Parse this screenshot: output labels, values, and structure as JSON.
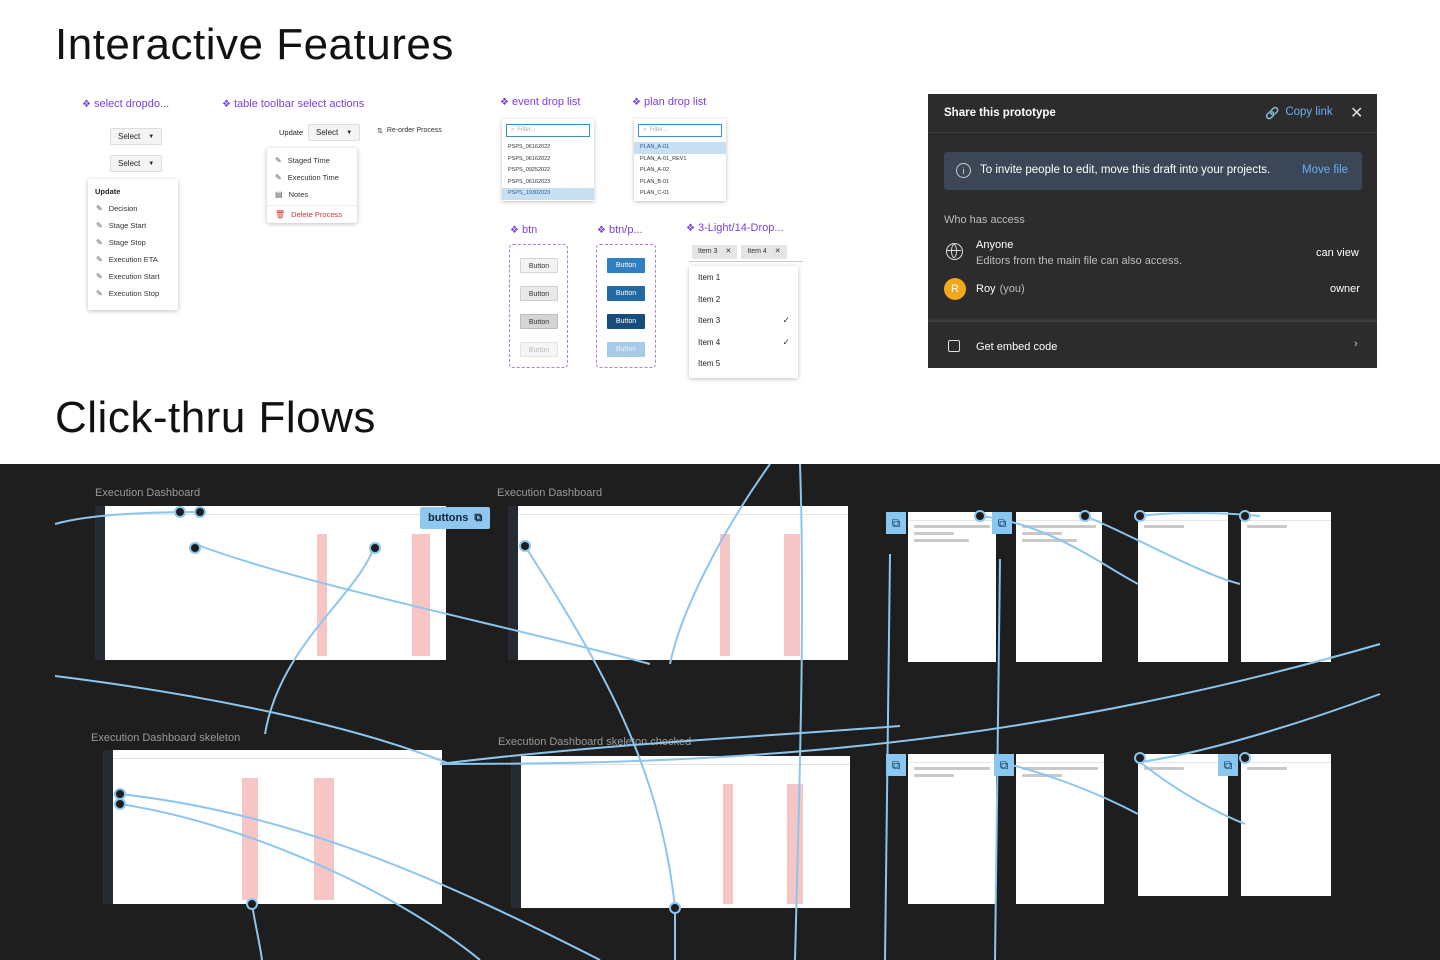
{
  "sections": {
    "interactive_title": "Interactive Features",
    "flows_title": "Click-thru Flows"
  },
  "components": {
    "select_dropdown": {
      "label": "select dropdo...",
      "button_label": "Select",
      "menu_header": "Update",
      "menu_items": [
        "Decision",
        "Stage Start",
        "Stage Stop",
        "Execution ETA",
        "Execution Start",
        "Execution Stop"
      ]
    },
    "table_toolbar": {
      "label": "table toolbar select actions",
      "update_label": "Update",
      "select_label": "Select",
      "reorder_label": "Re-order Process",
      "menu_items": [
        "Staged Time",
        "Execution Time",
        "Notes"
      ],
      "danger_item": "Delete Process"
    },
    "event_drop_list": {
      "label": "event drop list",
      "filter_placeholder": "Filter...",
      "options": [
        "PSPS_06162022",
        "PSPS_06162022",
        "PSPS_09252022",
        "PSPS_06162023",
        "PSPS_10302023"
      ]
    },
    "plan_drop_list": {
      "label": "plan drop list",
      "filter_placeholder": "Filter...",
      "options": [
        "PLAN_A-01",
        "PLAN_A-01_REV1",
        "PLAN_A-02",
        "PLAN_B-01",
        "PLAN_C-01"
      ]
    },
    "btn": {
      "label": "btn",
      "buttons": [
        "Button",
        "Button",
        "Button",
        "Button"
      ]
    },
    "btn_primary": {
      "label": "btn/p...",
      "buttons": [
        "Button",
        "Button",
        "Button",
        "Button"
      ]
    },
    "multiselect": {
      "label": "3-Light/14-Drop...",
      "chips": [
        "Item 3",
        "Item 4"
      ],
      "items": [
        {
          "label": "Item 1",
          "checked": ""
        },
        {
          "label": "Item 2",
          "checked": ""
        },
        {
          "label": "Item 3",
          "checked": "✓"
        },
        {
          "label": "Item 4",
          "checked": "✓"
        },
        {
          "label": "Item 5",
          "checked": ""
        }
      ]
    }
  },
  "share_dialog": {
    "title": "Share this prototype",
    "copy_link": "Copy link",
    "banner_text": "To invite people to edit, move this draft into your projects.",
    "banner_action": "Move file",
    "access_heading": "Who has access",
    "anyone_title": "Anyone",
    "anyone_sub": "Editors from the main file can also access.",
    "anyone_role": "can view",
    "user_initial": "R",
    "user_name": "Roy",
    "user_suffix": "(you)",
    "user_role": "owner",
    "embed_label": "Get embed code"
  },
  "canvas": {
    "frame_labels": {
      "f1": "Execution Dashboard",
      "f2": "Execution Dashboard",
      "f3": "Execution Dashboard skeleton",
      "f4": "Execution Dashboard skeleton checked"
    },
    "buttons_badge": "buttons"
  }
}
